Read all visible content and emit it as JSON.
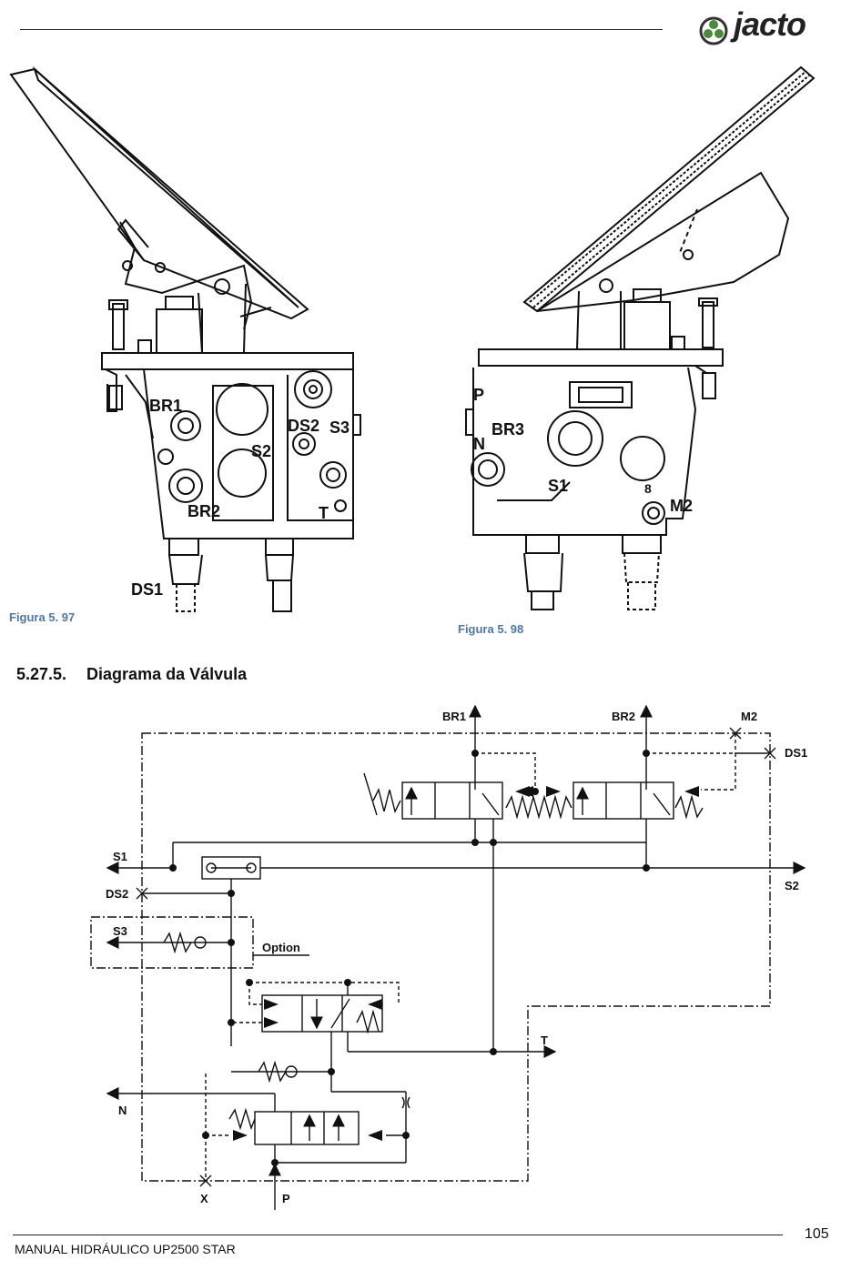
{
  "header": {
    "brand": "jacto"
  },
  "figures": [
    {
      "caption": "Figura 5. 97",
      "labels": {
        "br1": "BR1",
        "br2": "BR2",
        "ds1": "DS1",
        "ds2": "DS2",
        "s2": "S2",
        "s3": "S3",
        "t": "T"
      }
    },
    {
      "caption": "Figura 5. 98",
      "labels": {
        "p": "P",
        "br3": "BR3",
        "n": "N",
        "s1": "S1",
        "m2": "M2",
        "eight": "8"
      }
    }
  ],
  "section": {
    "number": "5.27.5.",
    "title": "Diagrama da Válvula"
  },
  "diagram": {
    "labels": {
      "br1": "BR1",
      "br2": "BR2",
      "m2": "M2",
      "ds1": "DS1",
      "s1": "S1",
      "s2": "S2",
      "ds2": "DS2",
      "s3": "S3",
      "option": "Option",
      "t": "T",
      "n": "N",
      "x": "X",
      "p": "P"
    }
  },
  "footer": {
    "manual": "MANUAL HIDRÁULICO UP2500 STAR",
    "page": "105"
  }
}
